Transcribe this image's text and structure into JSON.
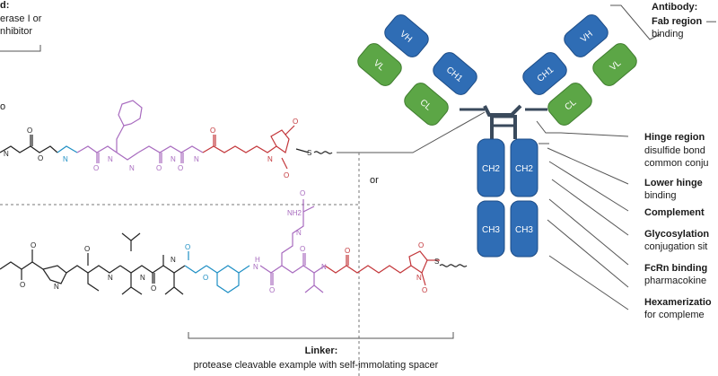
{
  "payload_header": {
    "line1": "d:",
    "line2": "erase I or",
    "line3": "nhibitor",
    "fragment": "o"
  },
  "or_label": "or",
  "linker": {
    "title": "Linker:",
    "description": "protease cleavable example with self-immolating spacer"
  },
  "antibody": {
    "title": "Antibody:",
    "fab_label": "Fab region",
    "fab_desc": "binding",
    "annotations": [
      {
        "title": "Hinge region",
        "lines": [
          "disulfide bond",
          "common conju"
        ]
      },
      {
        "title": "Lower hinge",
        "lines": [
          "binding"
        ]
      },
      {
        "title": "Complement",
        "lines": []
      },
      {
        "title": "Glycosylation",
        "lines": [
          "conjugation sit"
        ]
      },
      {
        "title": "FcRn binding",
        "lines": [
          "pharmacokine"
        ]
      },
      {
        "title": "Hexamerizatio",
        "lines": [
          "for compleme"
        ]
      }
    ]
  },
  "domains": {
    "vh": "VH",
    "vl": "VL",
    "ch1": "CH1",
    "cl": "CL",
    "ch2": "CH2",
    "ch3": "CH3"
  },
  "atoms": {
    "n": "N",
    "o": "O",
    "s": "S",
    "h": "H",
    "nh2": "NH2"
  },
  "colors": {
    "heavy": "#2f6db5",
    "heavy_dark": "#1d4c86",
    "light": "#5ca646",
    "light_dark": "#3f7c2e",
    "hinge": "#3a4a5c",
    "linker_purple": "#a86bbf",
    "linker_red": "#c3363a",
    "linker_blue": "#1f8fc4",
    "text": "#1a1a1a"
  }
}
